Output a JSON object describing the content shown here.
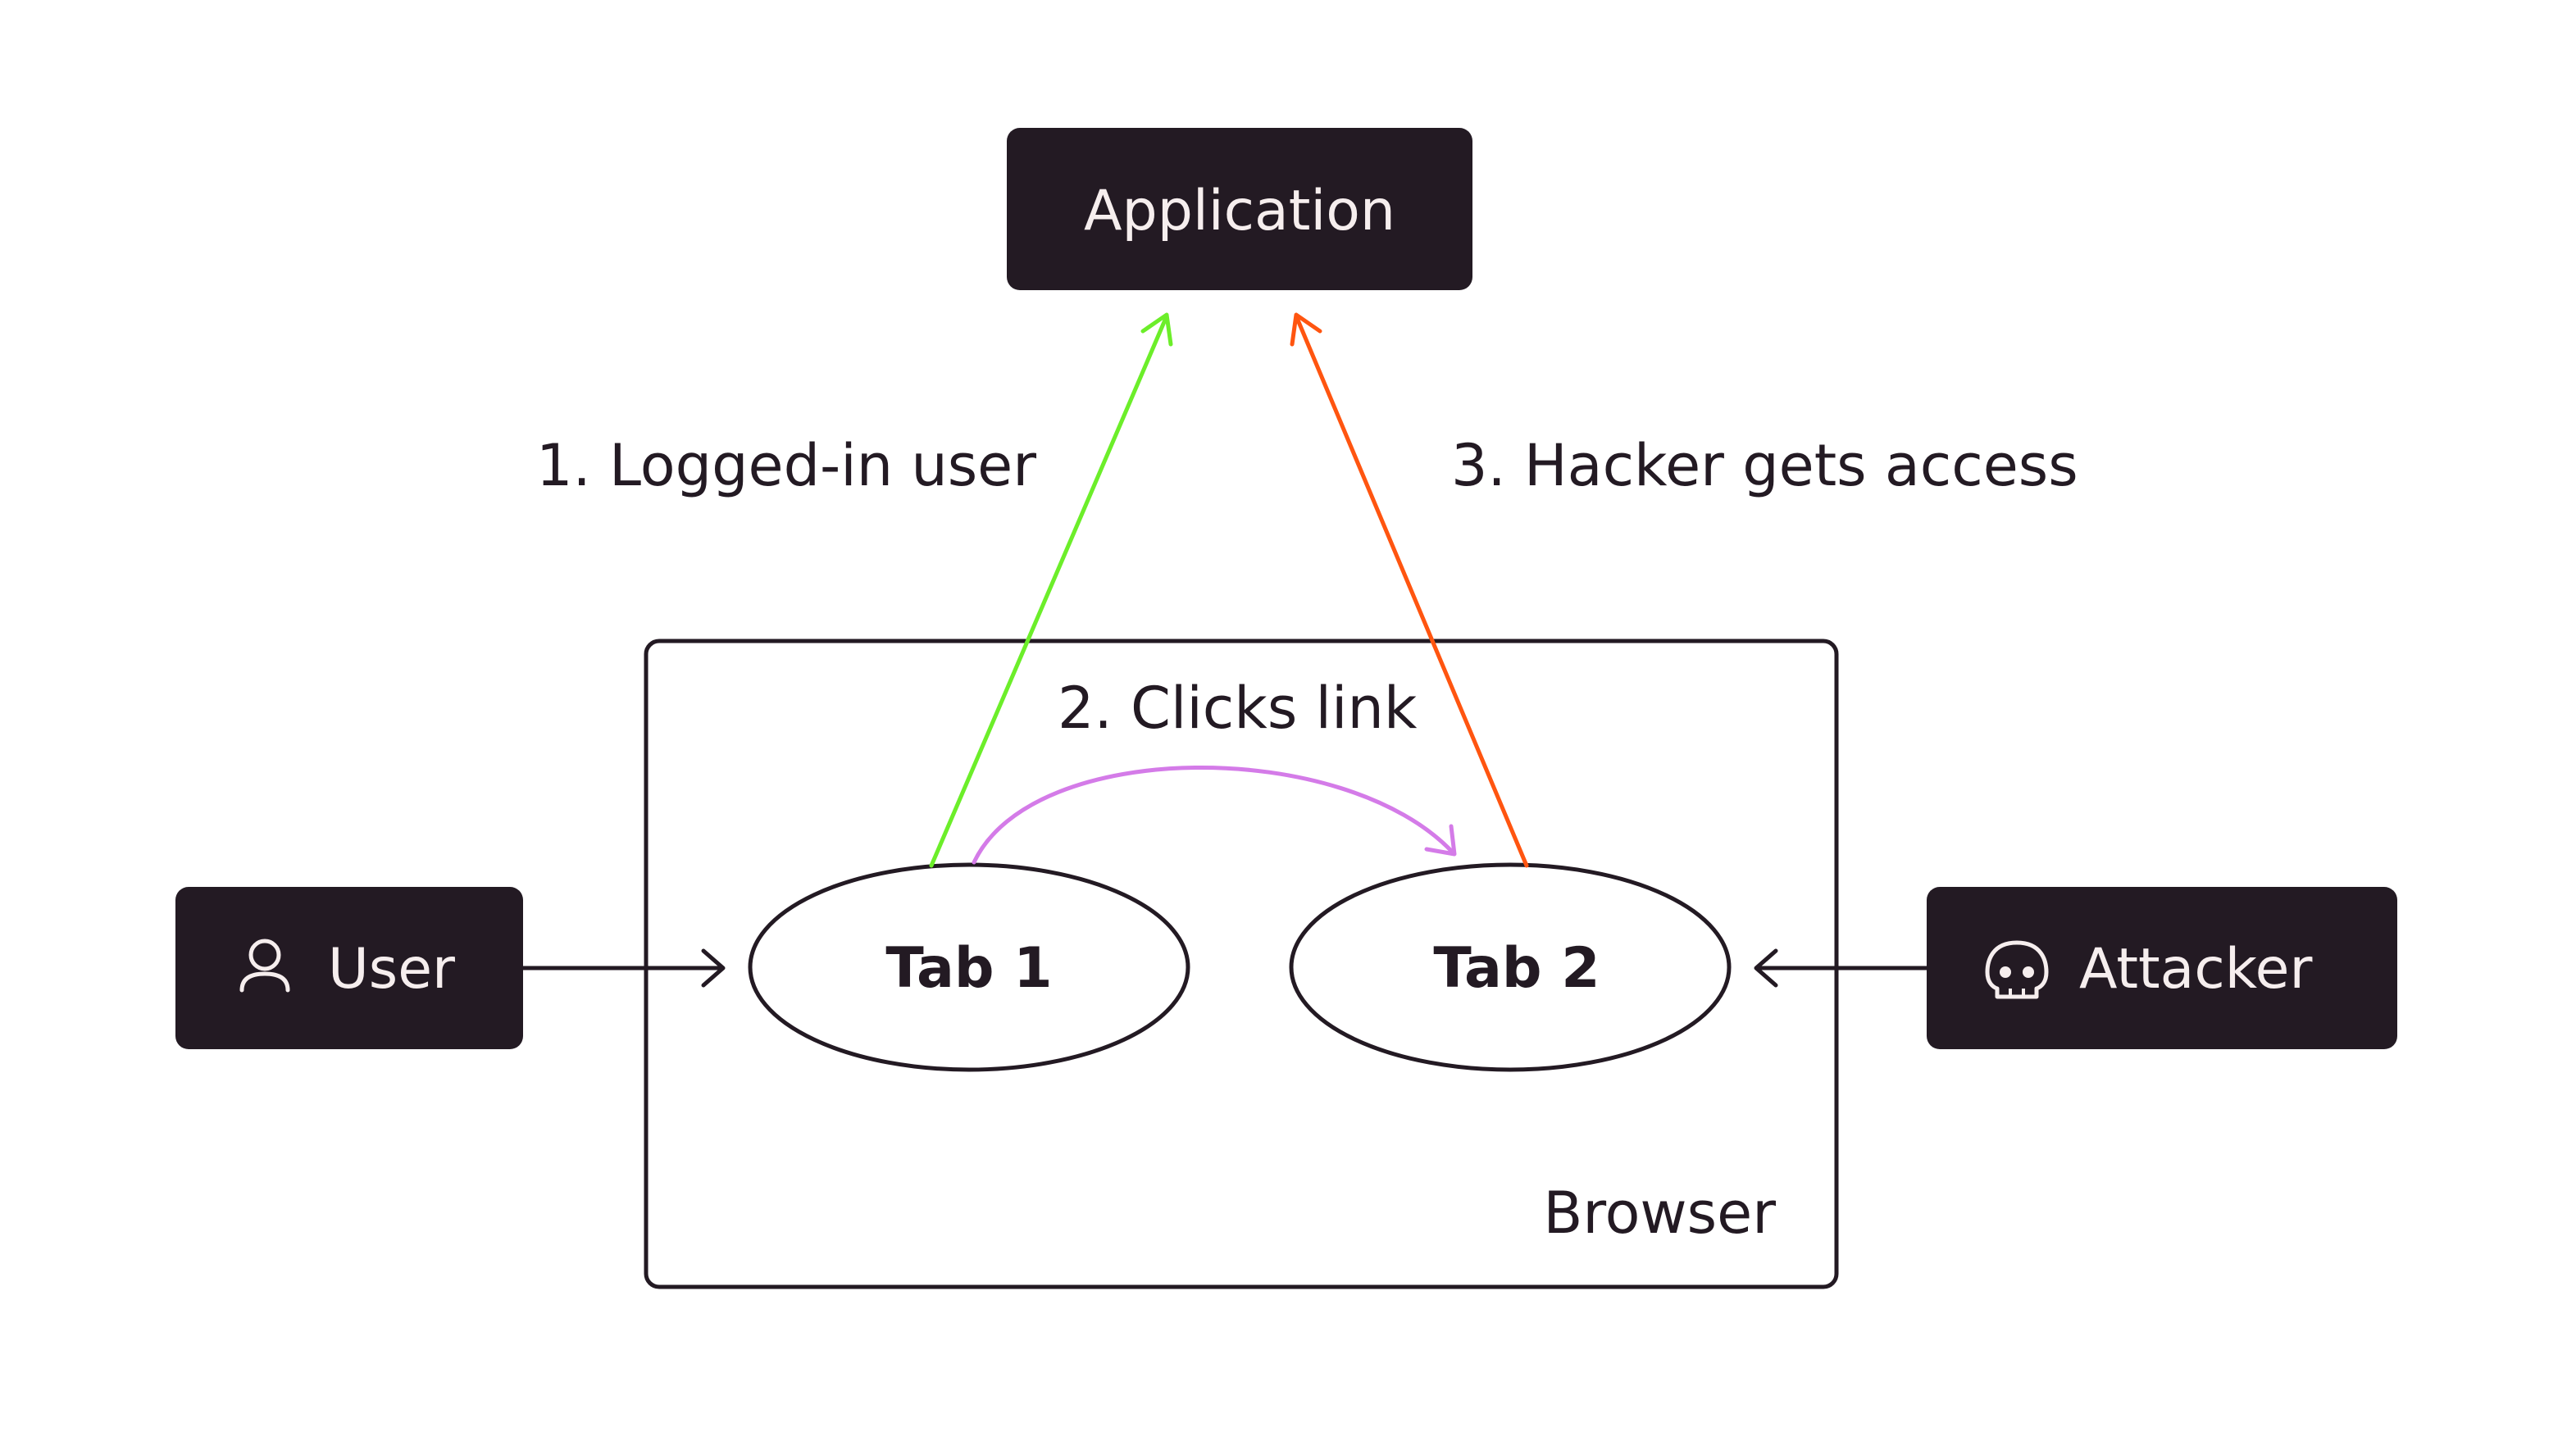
{
  "nodes": {
    "application": {
      "label": "Application"
    },
    "user": {
      "label": "User",
      "icon": "user-icon"
    },
    "attacker": {
      "label": "Attacker",
      "icon": "skull-icon"
    },
    "tab1": {
      "label": "Tab 1"
    },
    "tab2": {
      "label": "Tab 2"
    },
    "browser": {
      "label": "Browser"
    }
  },
  "edges": {
    "step1": {
      "label": "1. Logged-in user",
      "color": "#6cee2a"
    },
    "step2": {
      "label": "2. Clicks link",
      "color": "#d47be8"
    },
    "step3": {
      "label": "3. Hacker gets access",
      "color": "#ff5510"
    },
    "user_to_tab1": {
      "color": "#231a23"
    },
    "attacker_to_tab2": {
      "color": "#231a23"
    }
  },
  "colors": {
    "box_fill": "#231a23",
    "box_text": "#f6eeee",
    "line": "#231a23",
    "background": "#ffffff"
  }
}
